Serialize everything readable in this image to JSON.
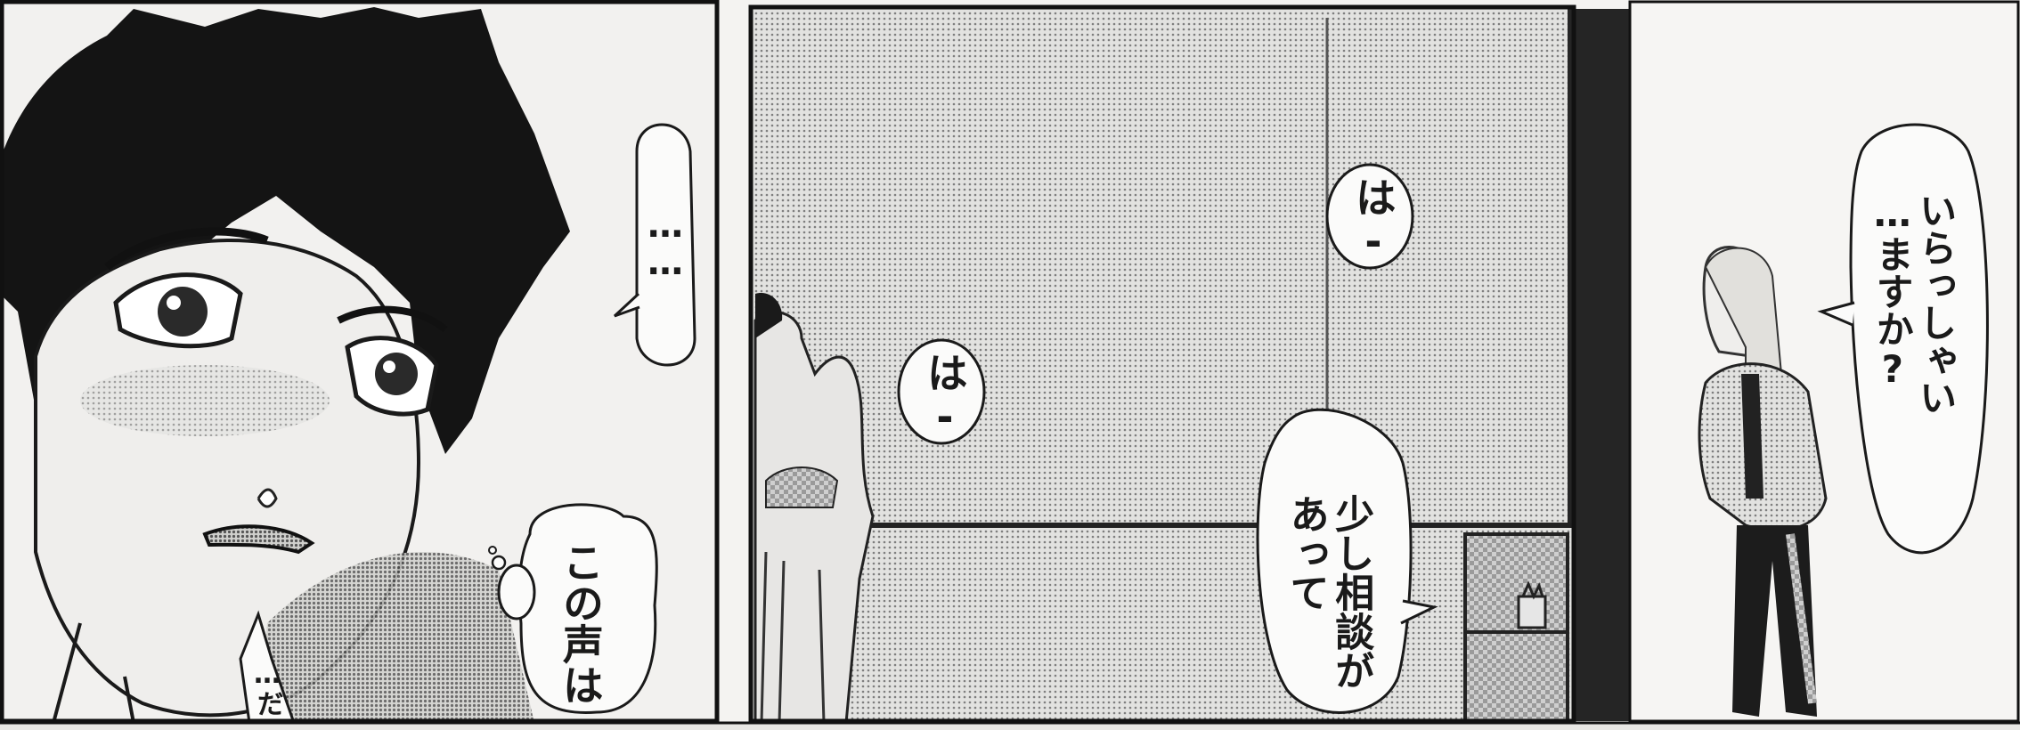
{
  "panels": [
    {
      "id": "left",
      "balloons": [
        {
          "role": "ellipsis",
          "text": "……"
        },
        {
          "role": "thought",
          "text": "この声は"
        },
        {
          "role": "whisper",
          "text": "…だ"
        }
      ]
    },
    {
      "id": "middle",
      "balloons": [
        {
          "role": "sigh-upper",
          "text": "は-"
        },
        {
          "role": "sigh-lower",
          "text": "は-"
        },
        {
          "role": "speech",
          "text": "少し相談が\nあって"
        }
      ]
    },
    {
      "id": "right",
      "balloons": [
        {
          "role": "speech",
          "text": "いらっしゃい\n…ますか?"
        }
      ]
    }
  ],
  "colors": {
    "ink": "#1a1a1a",
    "paper": "#f4f3f1",
    "screentone": "#bdbdbd"
  }
}
